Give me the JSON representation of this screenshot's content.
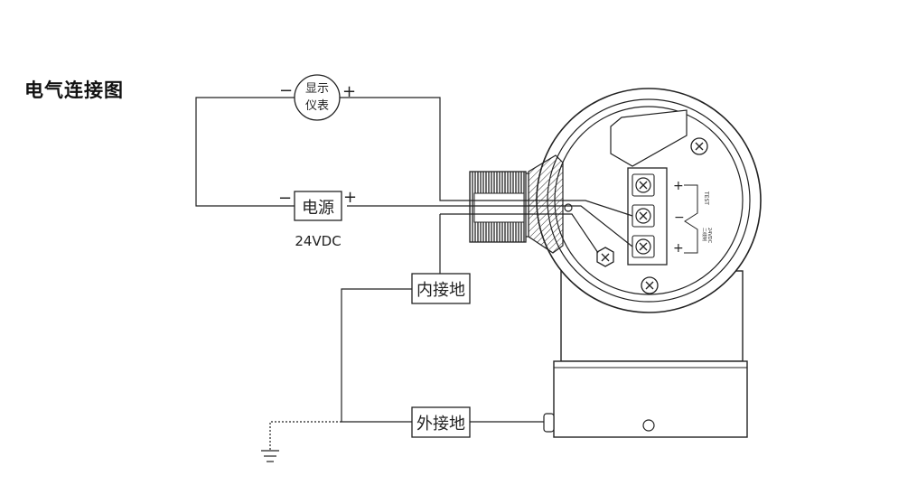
{
  "title": "电气连接图",
  "display": {
    "line1": "显示",
    "line2": "仪表",
    "minus": "−",
    "plus": "+"
  },
  "power": {
    "label": "电源",
    "voltage": "24VDC",
    "minus": "−",
    "plus": "+"
  },
  "inner_ground": {
    "label": "内接地"
  },
  "outer_ground": {
    "label": "外接地"
  },
  "terminals": {
    "plus_top": "+",
    "minus": "−",
    "plus_bottom": "+",
    "test": "TEST",
    "two_wire_1": "二线制",
    "two_wire_2": "24VDC"
  }
}
